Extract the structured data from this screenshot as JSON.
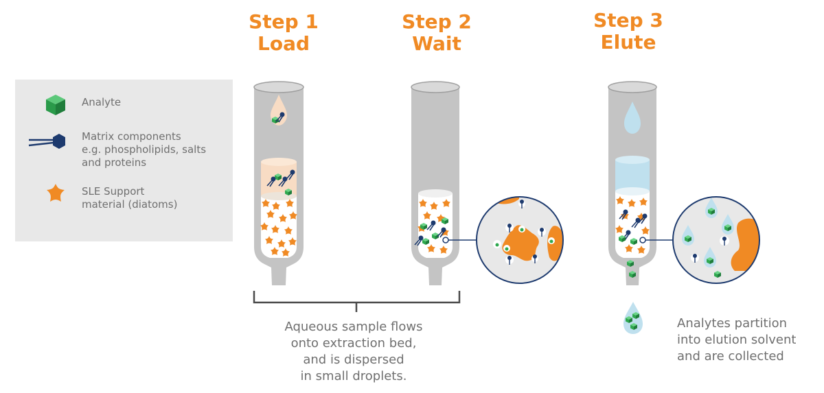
{
  "steps": [
    {
      "line1": "Step 1",
      "line2": "Load"
    },
    {
      "line1": "Step 2",
      "line2": "Wait"
    },
    {
      "line1": "Step 3",
      "line2": "Elute"
    }
  ],
  "legend": {
    "items": [
      {
        "icon": "analyte-cube-icon",
        "lines": [
          "Analyte"
        ]
      },
      {
        "icon": "matrix-component-icon",
        "lines": [
          "Matrix components",
          "e.g. phospholipids, salts",
          "and proteins"
        ]
      },
      {
        "icon": "sle-support-star-icon",
        "lines": [
          "SLE Support",
          "material (diatoms)"
        ]
      }
    ]
  },
  "captions": {
    "load": [
      "Aqueous sample flows",
      "onto extraction bed,",
      "and is dispersed",
      "in small droplets."
    ],
    "elute": [
      "Analytes partition",
      "into elution solvent",
      "and are collected"
    ]
  },
  "colors": {
    "orange": "#f08a24",
    "green": "#2fa84f",
    "navy": "#1d3a6e",
    "tube_gray": "#c4c4c4",
    "light_blue": "#bfe0ee",
    "peach": "#f8dcc4"
  }
}
